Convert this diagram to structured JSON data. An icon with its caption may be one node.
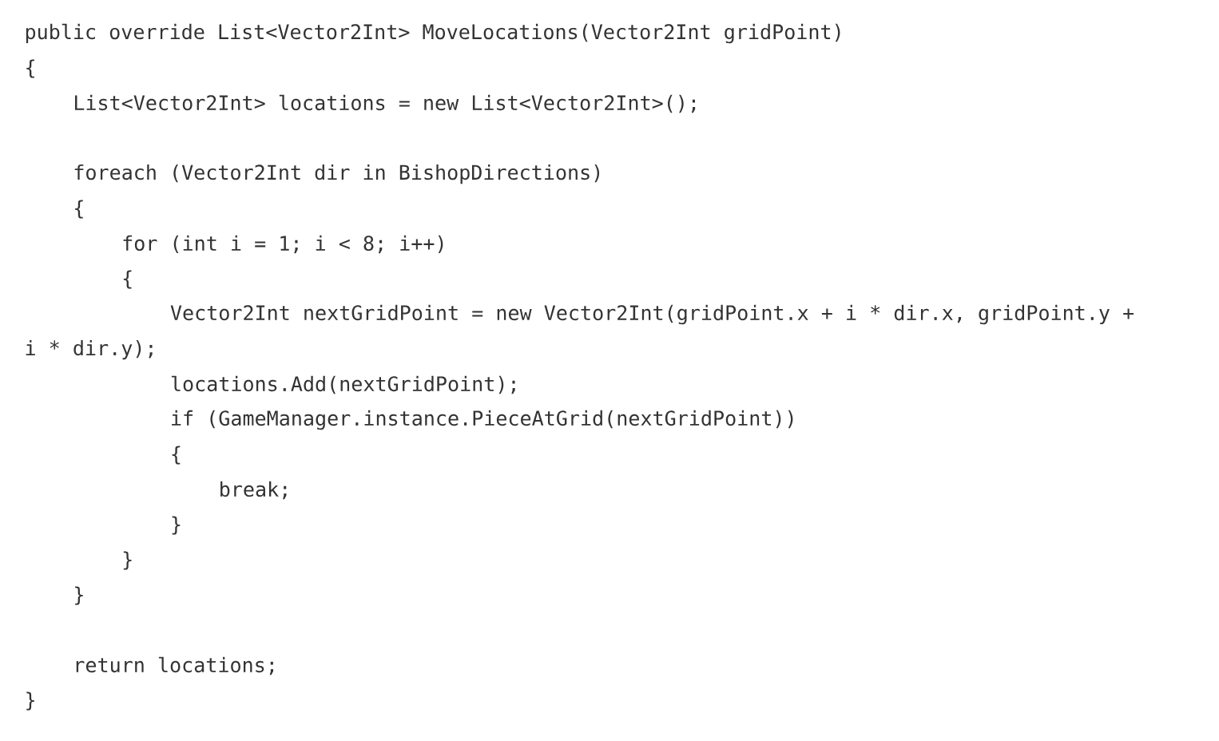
{
  "diagram": {
    "labels": [
      "public override List<Vector2Int> MoveLocations(Vector2Int gridPoint)",
      "{",
      "List<Vector2Int> locations = new List<Vector2Int>();",
      "foreach (Vector2Int dir in BishopDirections)",
      "{",
      "for (int i = 1; i < 8; i++)",
      "{",
      "Vector2Int nextGridPoint = new Vector2Int(gridPoint.x + i * dir.x, gridPoint.y +",
      "i * dir.y);",
      "locations.Add(nextGridPoint);",
      "if (GameManager.instance.PieceAtGrid(nextGridPoint))",
      "{",
      "break;",
      "}",
      "}",
      "}",
      "return locations;",
      "}"
    ]
  }
}
